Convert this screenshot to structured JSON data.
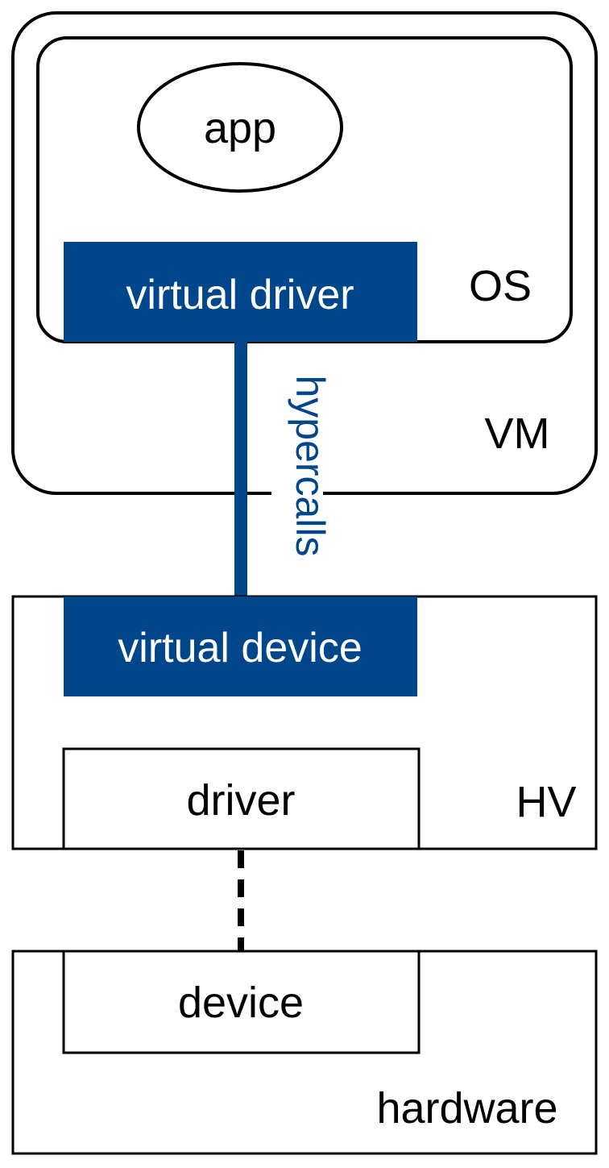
{
  "colors": {
    "accent": "#00468a",
    "line": "#000000",
    "background": "#ffffff",
    "accent_text": "#ffffff"
  },
  "nodes": {
    "app": "app",
    "os": "OS",
    "vm": "VM",
    "virtual_driver": "virtual driver",
    "virtual_device": "virtual device",
    "driver": "driver",
    "hv": "HV",
    "device": "device",
    "hardware": "hardware"
  },
  "edges": {
    "hypercalls": "hypercalls"
  }
}
